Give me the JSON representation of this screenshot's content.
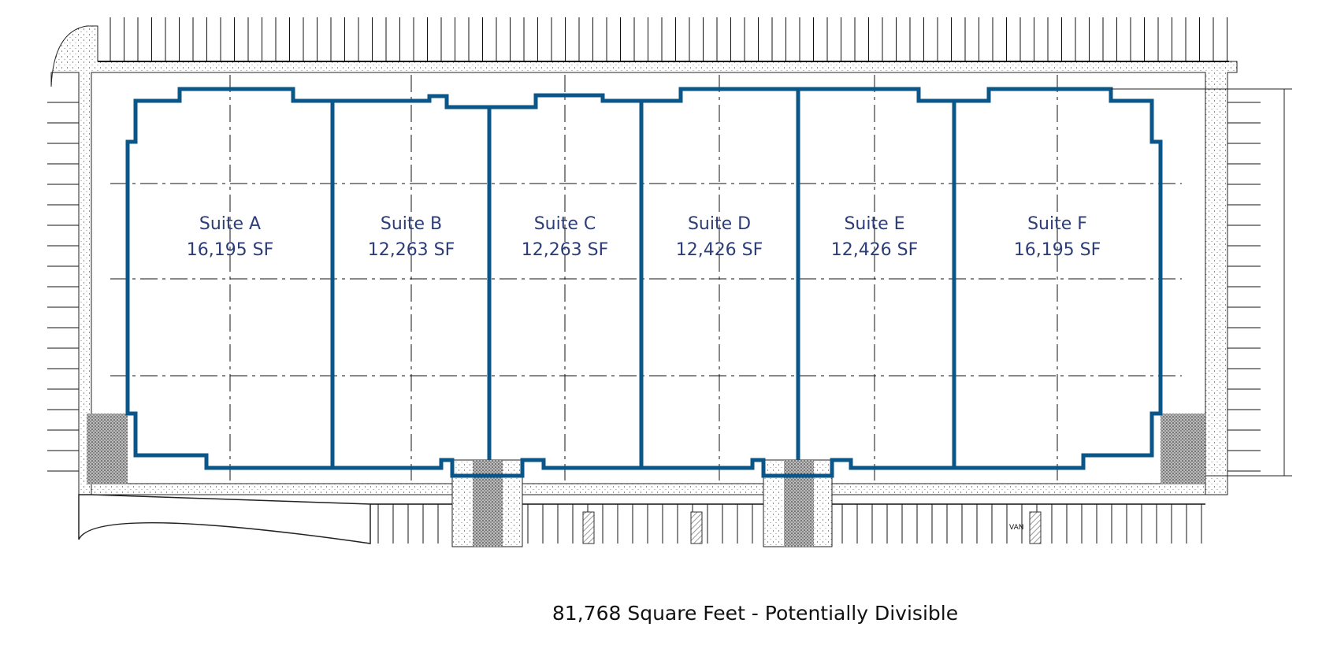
{
  "colors": {
    "wall": "#0b5689",
    "label": "#2c3d78",
    "lines": "#111111"
  },
  "suites": [
    {
      "name": "Suite A",
      "area": "16,195 SF"
    },
    {
      "name": "Suite B",
      "area": "12,263 SF"
    },
    {
      "name": "Suite C",
      "area": "12,263 SF"
    },
    {
      "name": "Suite D",
      "area": "12,426 SF"
    },
    {
      "name": "Suite E",
      "area": "12,426 SF"
    },
    {
      "name": "Suite F",
      "area": "16,195 SF"
    }
  ],
  "parking_label": "VAN",
  "footer": "81,768 Square Feet - Potentially Divisible"
}
